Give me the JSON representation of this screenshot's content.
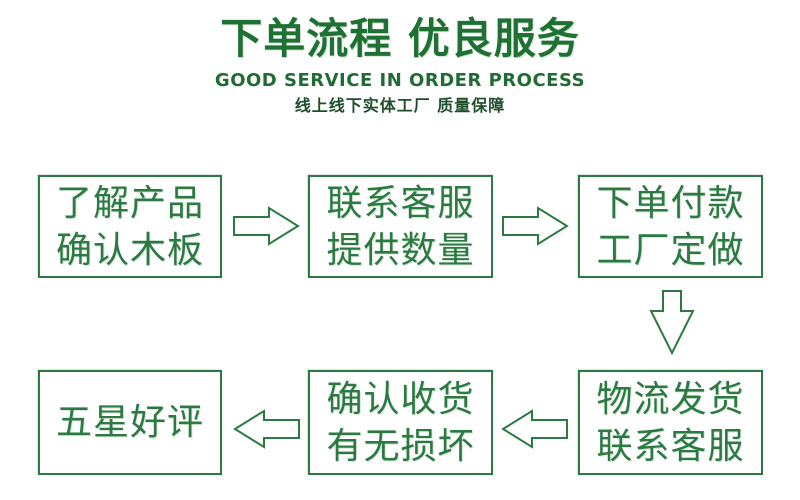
{
  "header": {
    "title": "下单流程 优良服务",
    "subtitle_en": "GOOD SERVICE IN ORDER PROCESS",
    "subtitle_cn": "线上线下实体工厂 质量保障"
  },
  "flow": {
    "steps": [
      {
        "id": "understand-product",
        "lines": [
          "了解产品",
          "确认木板"
        ]
      },
      {
        "id": "contact-service",
        "lines": [
          "联系客服",
          "提供数量"
        ]
      },
      {
        "id": "place-order-pay",
        "lines": [
          "下单付款",
          "工厂定做"
        ]
      },
      {
        "id": "logistics-ship",
        "lines": [
          "物流发货",
          "联系客服"
        ]
      },
      {
        "id": "confirm-receipt",
        "lines": [
          "确认收货",
          "有无损坏"
        ]
      },
      {
        "id": "five-star-review",
        "lines": [
          "五星好评"
        ]
      }
    ]
  },
  "icons": {
    "arrow_right": "hollow-right-block-arrow",
    "arrow_down": "hollow-down-block-arrow",
    "arrow_left": "hollow-left-block-arrow"
  },
  "colors": {
    "title-green": "#1e7133",
    "subtitle-green": "#206b33",
    "dark-green": "#1d4f2b",
    "box-green": "#2b7a41",
    "background": "#ffffff"
  }
}
